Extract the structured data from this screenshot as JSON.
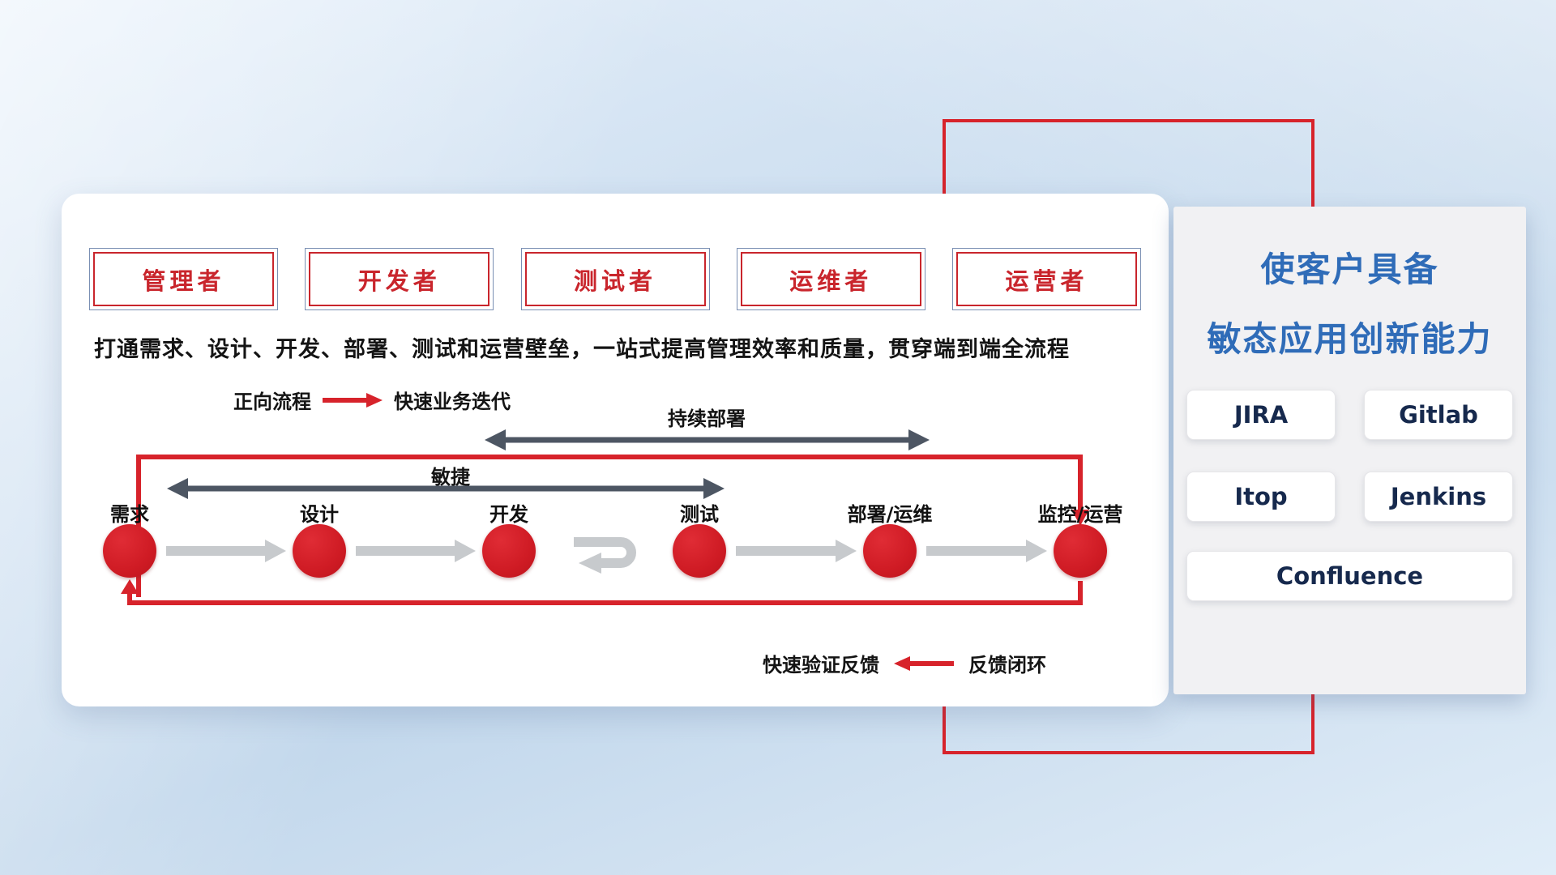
{
  "roles": [
    {
      "label": "管理者"
    },
    {
      "label": "开发者"
    },
    {
      "label": "测试者"
    },
    {
      "label": "运维者"
    },
    {
      "label": "运营者"
    }
  ],
  "card": {
    "subtitle": "打通需求、设计、开发、部署、测试和运营壁垒，一站式提高管理效率和质量，贯穿端到端全流程",
    "legend_forward": {
      "label": "正向流程",
      "value": "快速业务迭代"
    },
    "span_arrows": {
      "continuous_deploy": "持续部署",
      "agile": "敏捷"
    },
    "legend_feedback": {
      "label": "快速验证反馈",
      "value": "反馈闭环"
    }
  },
  "flow": {
    "nodes": [
      {
        "label": "需求"
      },
      {
        "label": "设计"
      },
      {
        "label": "开发"
      },
      {
        "label": "测试"
      },
      {
        "label": "部署/运维"
      },
      {
        "label": "监控/运营"
      }
    ]
  },
  "side_panel": {
    "title_line1": "使客户具备",
    "title_line2": "敏态应用创新能力",
    "tools": [
      {
        "label": "JIRA"
      },
      {
        "label": "Gitlab"
      },
      {
        "label": "Itop"
      },
      {
        "label": "Jenkins"
      },
      {
        "label": "Confluence"
      }
    ]
  },
  "colors": {
    "accent_red": "#d7232b",
    "role_text_red": "#c9252c",
    "title_blue": "#2f6cb8",
    "dark_arrow": "#4d5663",
    "light_arrow": "#c7cacd",
    "tool_text": "#16294d"
  }
}
